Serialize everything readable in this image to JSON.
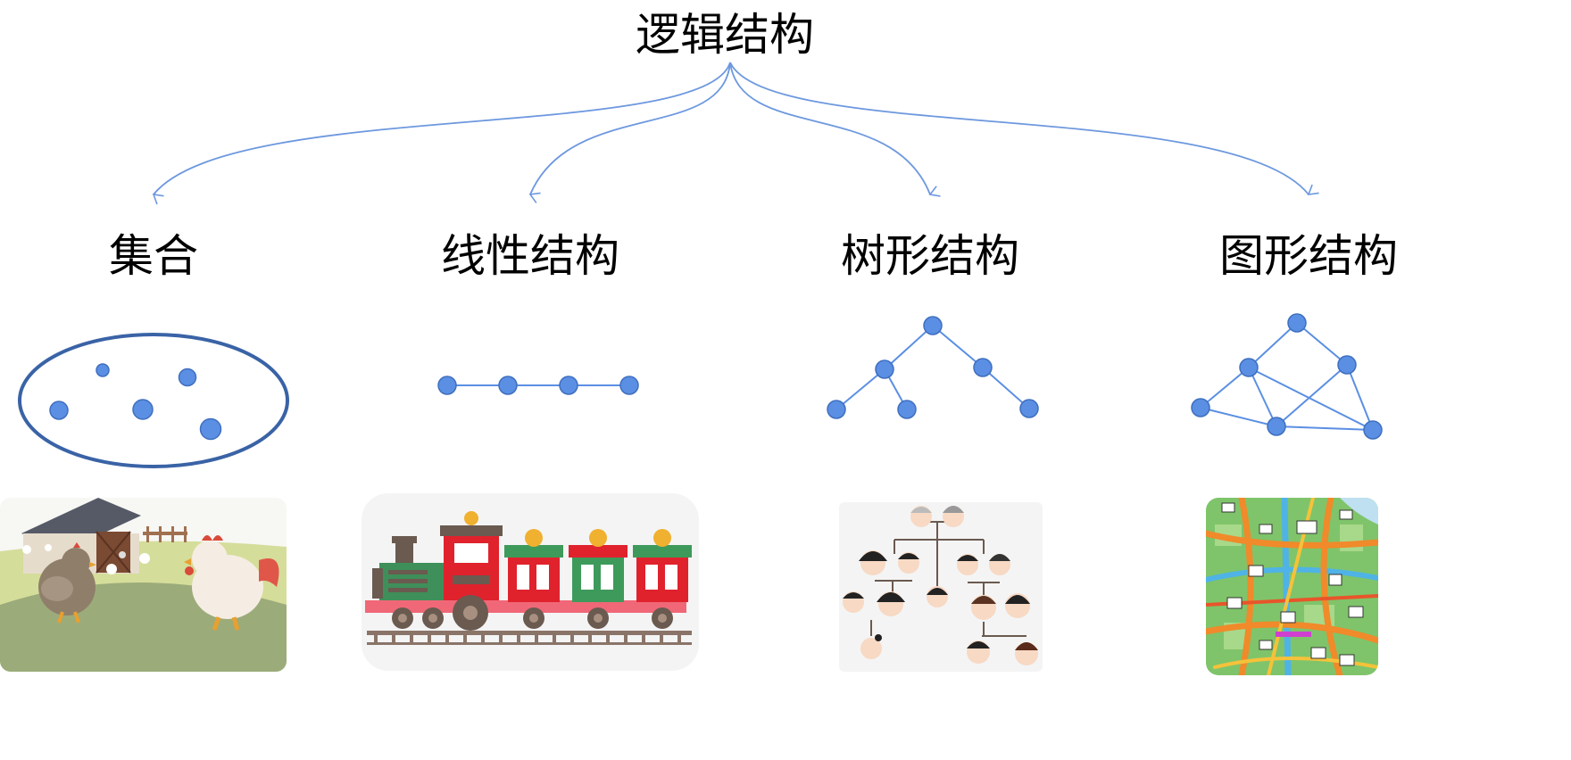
{
  "title": "逻辑结构",
  "categories": [
    {
      "id": "set",
      "label": "集合",
      "illustration": "farm-chickens"
    },
    {
      "id": "linear",
      "label": "线性结构",
      "illustration": "toy-train"
    },
    {
      "id": "tree",
      "label": "树形结构",
      "illustration": "family-tree"
    },
    {
      "id": "graph",
      "label": "图形结构",
      "illustration": "city-map"
    }
  ],
  "colors": {
    "node": "#5b8fe3",
    "node_stroke": "#3f6fbf",
    "edge": "#5b8fe3",
    "ellipse": "#3a63a6",
    "arrow": "#6d98df"
  }
}
